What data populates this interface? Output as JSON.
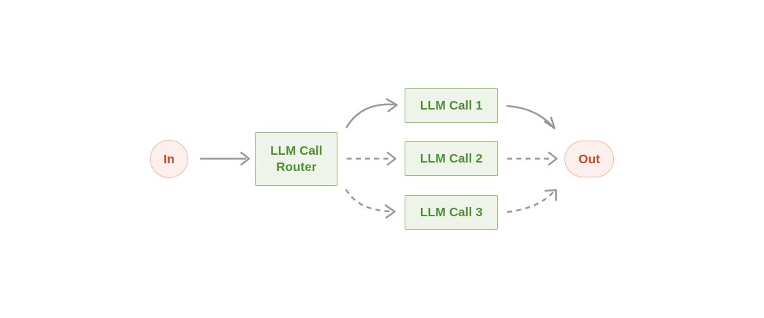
{
  "diagram": {
    "title": "LLM Call Router workflow",
    "background_color": "#ffffff",
    "nodes": {
      "input": {
        "label": "In",
        "shape": "circle",
        "fill": "#fdf0ec",
        "stroke": "#eeb9a6",
        "text_color": "#c8442a"
      },
      "router": {
        "label": "LLM Call Router",
        "line_1": "LLM Call",
        "line_2": "Router",
        "shape": "rectangle",
        "fill": "#eef4e9",
        "stroke": "#8fbb72",
        "text_color": "#4e9131"
      },
      "call_1": {
        "label": "LLM Call 1",
        "shape": "rectangle",
        "fill": "#eef4e9",
        "stroke": "#8fbb72",
        "text_color": "#4e9131"
      },
      "call_2": {
        "label": "LLM Call 2",
        "shape": "rectangle",
        "fill": "#eef4e9",
        "stroke": "#8fbb72",
        "text_color": "#4e9131"
      },
      "call_3": {
        "label": "LLM Call 3",
        "shape": "rectangle",
        "fill": "#eef4e9",
        "stroke": "#8fbb72",
        "text_color": "#4e9131"
      },
      "output": {
        "label": "Out",
        "shape": "stadium",
        "fill": "#fdf0ec",
        "stroke": "#eeb9a6",
        "text_color": "#c8442a"
      }
    },
    "edges": [
      {
        "id": "in-to-router",
        "from": "In",
        "to": "LLM Call Router",
        "style": "solid",
        "label": "",
        "color": "#9a9a94"
      },
      {
        "id": "router-to-call-1",
        "from": "LLM Call Router",
        "to": "LLM Call 1",
        "style": "solid",
        "label": "",
        "color": "#9a9a94"
      },
      {
        "id": "router-to-call-2",
        "from": "LLM Call Router",
        "to": "LLM Call 2",
        "style": "dashed",
        "label": "",
        "color": "#9a9a94"
      },
      {
        "id": "router-to-call-3",
        "from": "LLM Call Router",
        "to": "LLM Call 3",
        "style": "dashed",
        "label": "",
        "color": "#9a9a94"
      },
      {
        "id": "call-1-to-out",
        "from": "LLM Call 1",
        "to": "Out",
        "style": "solid",
        "label": "",
        "color": "#9a9a94"
      },
      {
        "id": "call-2-to-out",
        "from": "LLM Call 2",
        "to": "Out",
        "style": "dashed",
        "label": "",
        "color": "#9a9a94"
      },
      {
        "id": "call-3-to-out",
        "from": "LLM Call 3",
        "to": "Out",
        "style": "dashed",
        "label": "",
        "color": "#9a9a94"
      }
    ]
  }
}
